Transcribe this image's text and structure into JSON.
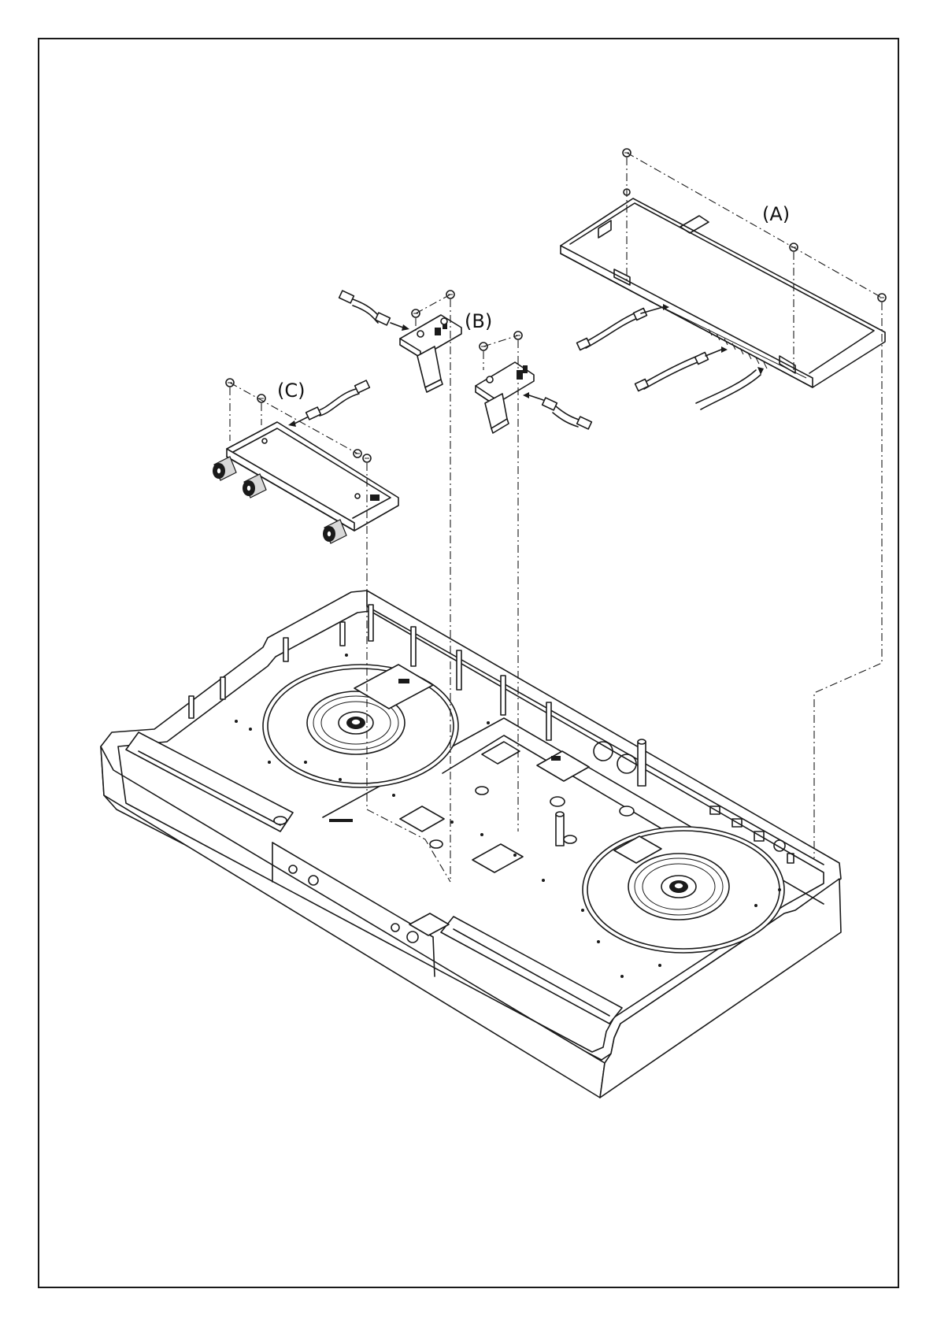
{
  "callouts": {
    "a": "(A)",
    "b": "(B)",
    "c": "(C)"
  },
  "colors": {
    "line": "#1a1a1a",
    "paper": "#ffffff"
  }
}
